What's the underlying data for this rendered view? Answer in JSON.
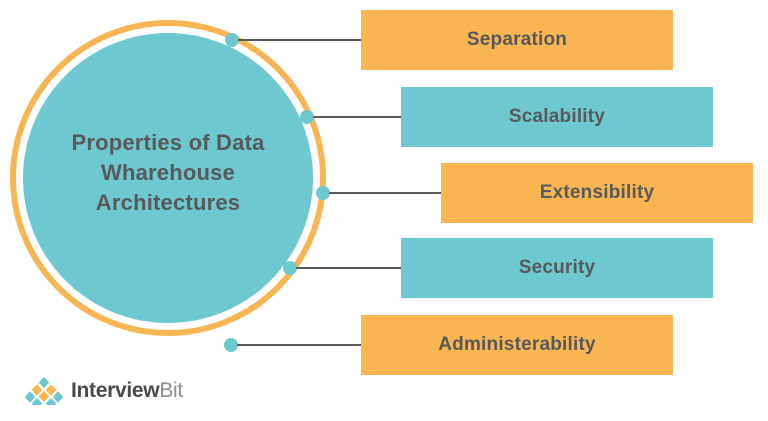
{
  "graphic": {
    "title": "Properties of Data Wharehouse Architectures",
    "title_lines": [
      "Properties of Data",
      "Wharehouse",
      "Architectures"
    ],
    "colors": {
      "orange": "#F9B551",
      "teal": "#6EC8D0",
      "text": "#58595B",
      "leader_line": "#595959",
      "background": "#FFFFFF"
    },
    "items": [
      {
        "label": "Separation",
        "color": "orange"
      },
      {
        "label": "Scalability",
        "color": "teal"
      },
      {
        "label": "Extensibility",
        "color": "orange"
      },
      {
        "label": "Security",
        "color": "teal"
      },
      {
        "label": "Administerability",
        "color": "orange"
      }
    ]
  },
  "logo": {
    "name_strong": "Interview",
    "name_light": "Bit",
    "mark_colors": {
      "teal": "#6EC8D0",
      "orange": "#F9B551"
    }
  }
}
